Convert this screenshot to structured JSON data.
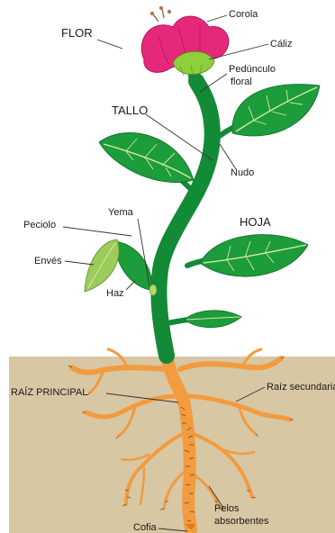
{
  "labels": {
    "flor": "FLOR",
    "corola": "Corola",
    "caliz": "Cáliz",
    "pedunculo": "Pedúnculo",
    "floral": "floral",
    "tallo": "TALLO",
    "nudo": "Nudo",
    "hoja": "HOJA",
    "yema": "Yema",
    "peciolo": "Peciolo",
    "enves": "Envés",
    "haz": "Haz",
    "raiz_principal": "RAÍZ PRINCIPAL",
    "raiz_secundaria": "Raíz secundaria",
    "pelos": "Pelos",
    "absorbentes": "absorbentes",
    "cofia": "Cofia"
  },
  "colors": {
    "soil": "#d8c7a3",
    "stem": "#138a36",
    "leaf": "#1c9c3a",
    "leaf_vein": "#d6e8a8",
    "leaf_underside": "#9ccc5a",
    "petal": "#e6287a",
    "petal_dark": "#b8145a",
    "calyx": "#8fcf3c",
    "root": "#f29b3f",
    "root_hair": "#6b4a2a",
    "text": "#1a1a1a"
  }
}
